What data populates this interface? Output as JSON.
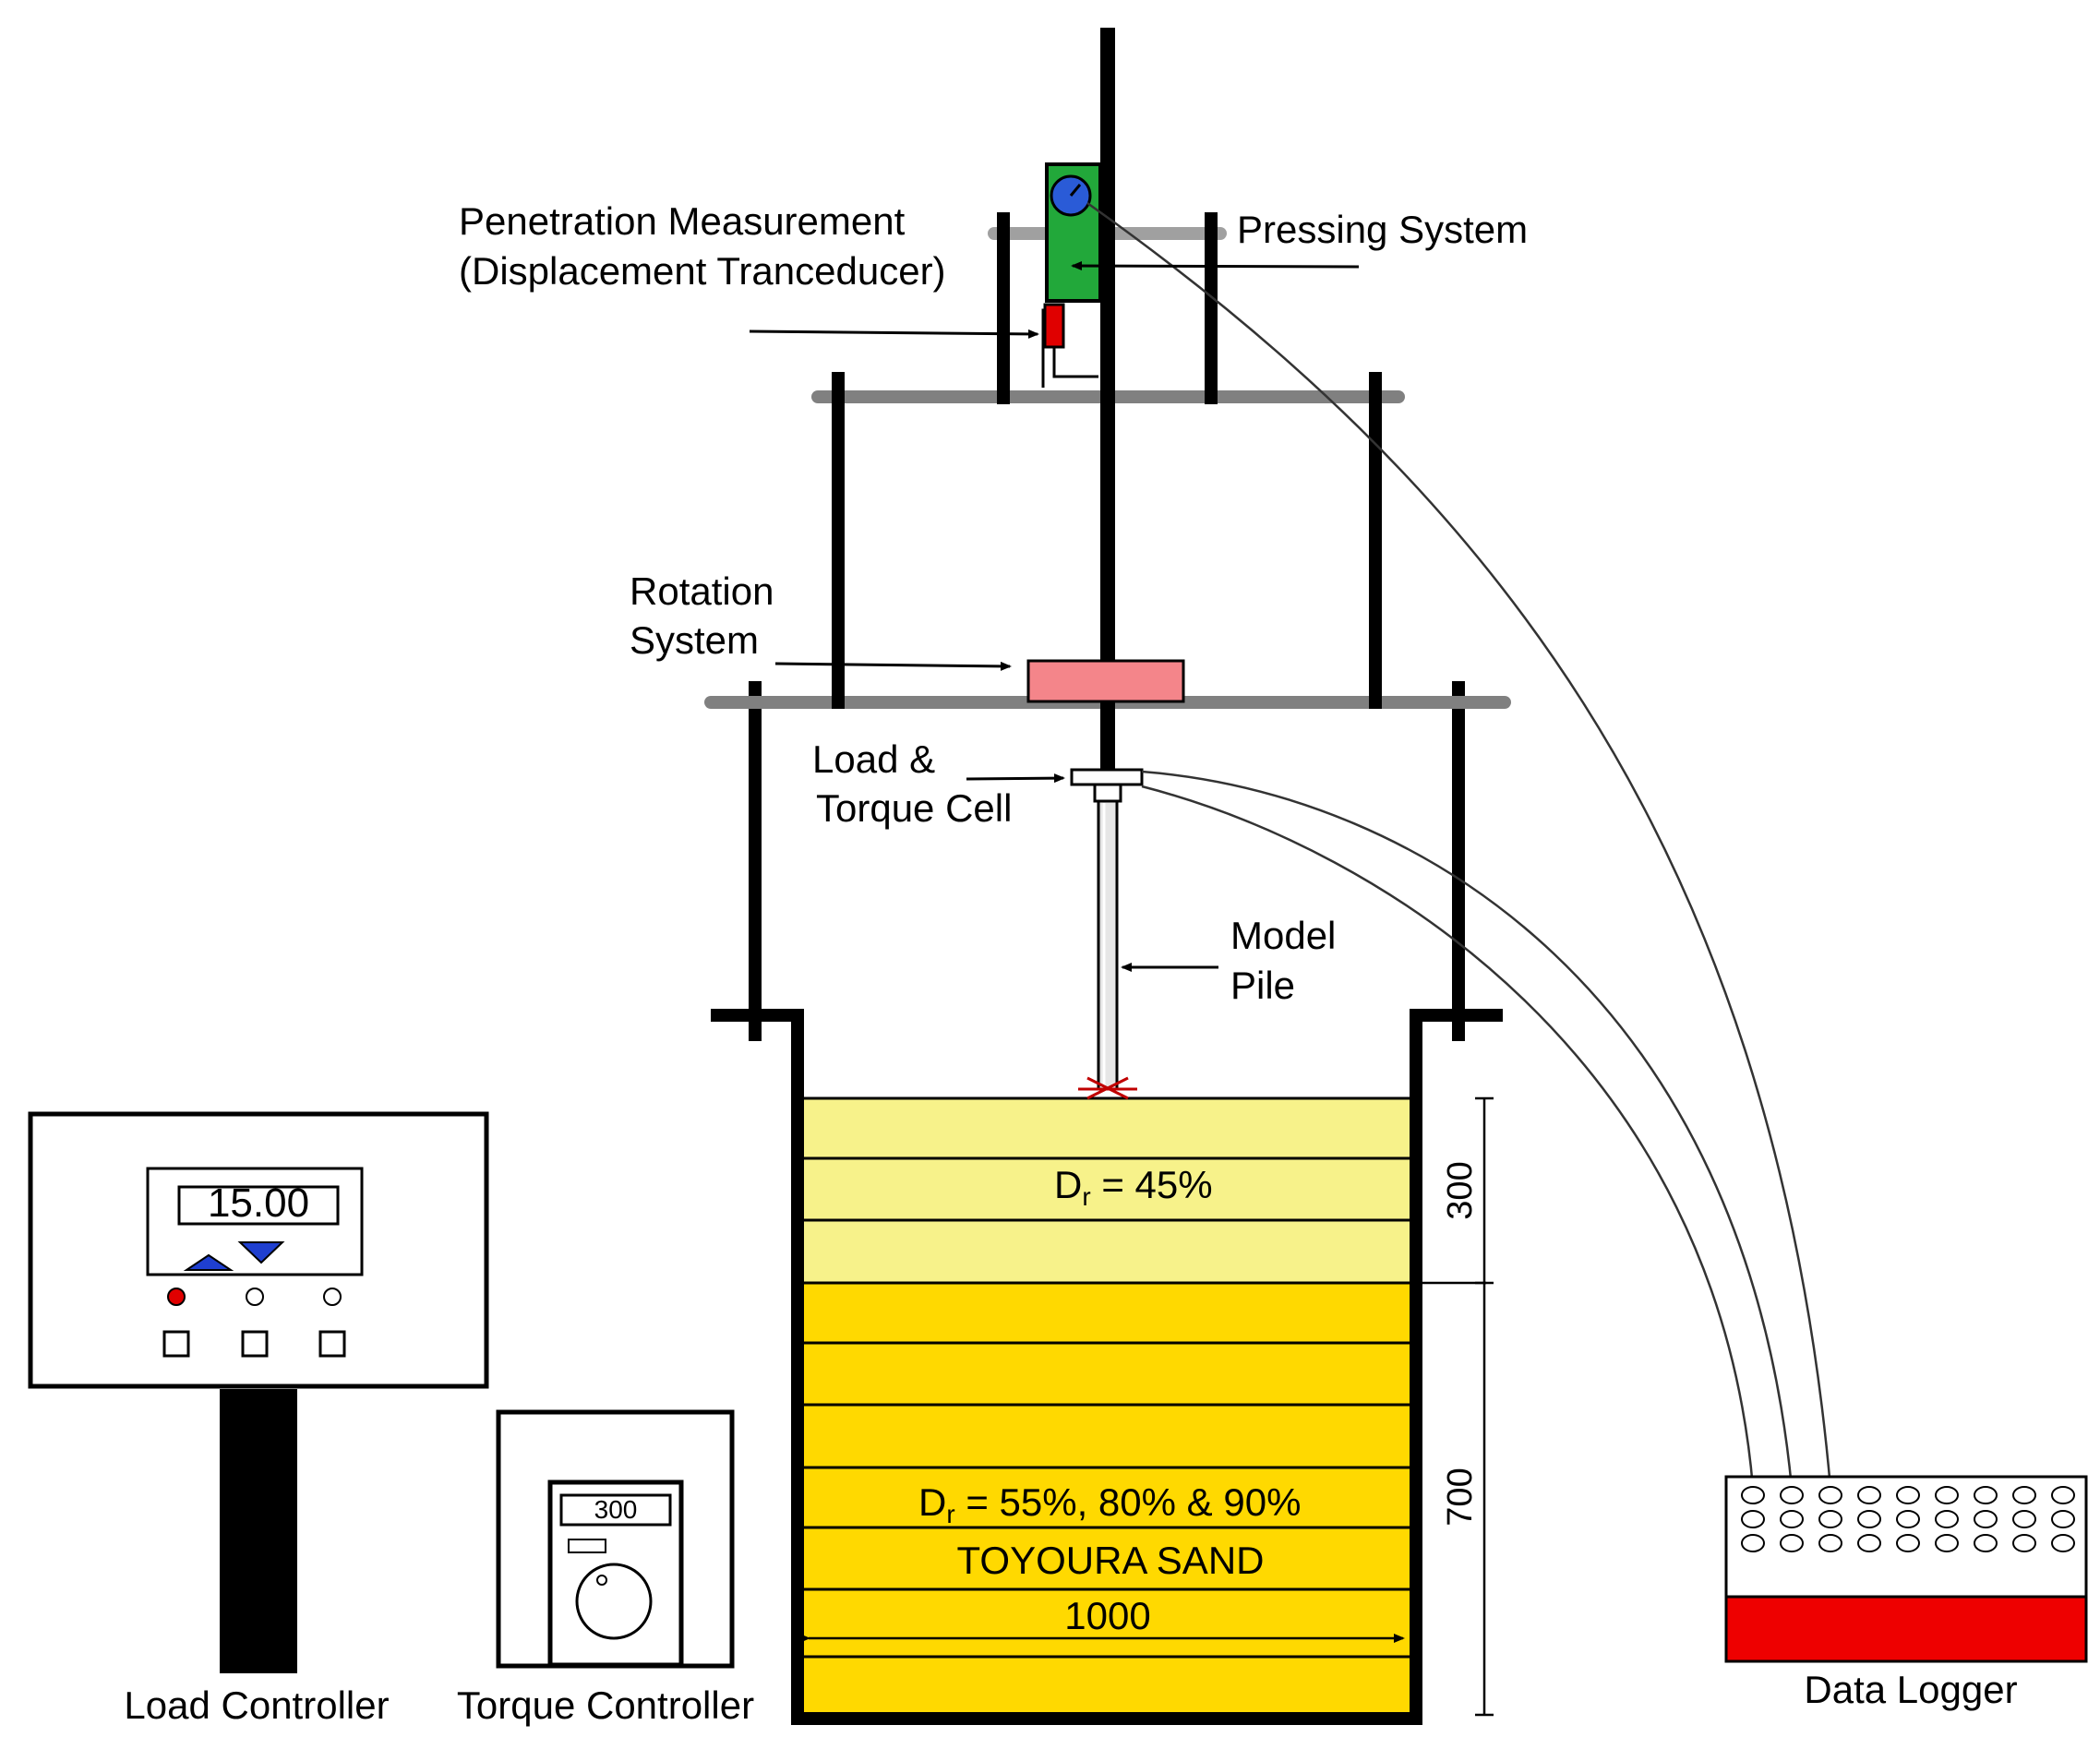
{
  "labels": {
    "penetration_line1": "Penetration Measurement",
    "penetration_line2": "(Displacement Tranceducer)",
    "pressing_system": "Pressing System",
    "rotation_line1": "Rotation",
    "rotation_line2": "System",
    "loadcell_line1": "Load &",
    "loadcell_line2": "Torque Cell",
    "model_pile_line1": "Model",
    "model_pile_line2": "Pile",
    "upper_layer_prefix": "D",
    "upper_layer_sub": "r",
    "upper_layer_value": " = 45%",
    "lower_layer_prefix": "D",
    "lower_layer_sub": "r",
    "lower_layer_value": " = 55%, 80% & 90%",
    "sand_name": "TOYOURA SAND",
    "width_dim": "1000",
    "upper_dim": "300",
    "lower_dim": "700",
    "load_controller": "Load Controller",
    "load_display": "15.00",
    "torque_controller": "Torque Controller",
    "torque_display": "300",
    "data_logger": "Data Logger"
  },
  "colors": {
    "upper_sand": "#f7f28a",
    "lower_sand": "#ffd900",
    "pressing_box": "#22a83a",
    "rotation_box": "#f4858a",
    "logger_bar": "#ee0000",
    "arrow_blue": "#1f3fd0",
    "frame_gray": "#808080"
  },
  "icons": {
    "dial": "gauge-dial-icon",
    "knob": "torque-knob-icon",
    "up": "triangle-up-icon",
    "down": "triangle-down-icon"
  }
}
